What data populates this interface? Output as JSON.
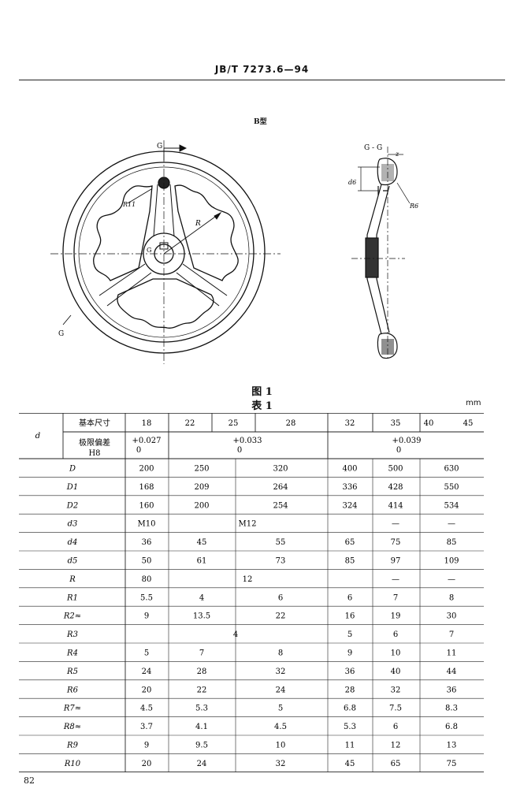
{
  "header": {
    "standard_code": "JB/T  7273.6—94"
  },
  "drawing": {
    "type_label": "B型",
    "section_label_top": "G",
    "section_label_bottom": "G",
    "section_label_center": "G",
    "label_r11": "R11",
    "label_r": "R",
    "section_title": "G - G",
    "label_z": "z",
    "label_d6": "d6",
    "label_r6": "R6"
  },
  "figure_caption": "图 1",
  "table_caption": "表 1",
  "unit": "mm",
  "table": {
    "d_label": "d",
    "basic_size_label": "基本尺寸",
    "tolerance_label_1": "极限偏差",
    "tolerance_label_2": "H8",
    "basic_sizes": [
      "18",
      "22",
      "25",
      "28",
      "32",
      "35",
      "40",
      "45"
    ],
    "tolerances": [
      {
        "upper": "+0.027",
        "lower": "0"
      },
      {
        "upper": "+0.033",
        "lower": "0"
      },
      {
        "upper": "+0.039",
        "lower": "0"
      }
    ],
    "rows": [
      {
        "label": "D",
        "values": [
          "200",
          "250",
          "320",
          "400",
          "500",
          "630"
        ]
      },
      {
        "label": "D1",
        "values": [
          "168",
          "209",
          "264",
          "336",
          "428",
          "550"
        ]
      },
      {
        "label": "D2",
        "values": [
          "160",
          "200",
          "254",
          "324",
          "414",
          "534"
        ]
      },
      {
        "label": "d3",
        "values": [
          "M10",
          "M12",
          "",
          "",
          "—",
          "—"
        ]
      },
      {
        "label": "d4",
        "values": [
          "36",
          "45",
          "55",
          "65",
          "75",
          "85"
        ]
      },
      {
        "label": "d5",
        "values": [
          "50",
          "61",
          "73",
          "85",
          "97",
          "109"
        ]
      },
      {
        "label": "R",
        "values": [
          "80",
          "12",
          "",
          "",
          "—",
          "—"
        ]
      },
      {
        "label": "R1",
        "values": [
          "5.5",
          "4",
          "6",
          "6",
          "7",
          "8"
        ]
      },
      {
        "label": "R2≈",
        "values": [
          "9",
          "13.5",
          "22",
          "16",
          "19",
          "30"
        ]
      },
      {
        "label": "R3",
        "values": [
          "4",
          "",
          "",
          "5",
          "6",
          "7"
        ]
      },
      {
        "label": "R4",
        "values": [
          "5",
          "7",
          "8",
          "9",
          "10",
          "11"
        ]
      },
      {
        "label": "R5",
        "values": [
          "24",
          "28",
          "32",
          "36",
          "40",
          "44"
        ]
      },
      {
        "label": "R6",
        "values": [
          "20",
          "22",
          "24",
          "28",
          "32",
          "36"
        ]
      },
      {
        "label": "R7≈",
        "values": [
          "4.5",
          "5.3",
          "5",
          "6.8",
          "7.5",
          "8.3"
        ]
      },
      {
        "label": "R8≈",
        "values": [
          "3.7",
          "4.1",
          "4.5",
          "5.3",
          "6",
          "6.8"
        ]
      },
      {
        "label": "R9",
        "values": [
          "9",
          "9.5",
          "10",
          "11",
          "12",
          "13"
        ]
      },
      {
        "label": "R10",
        "values": [
          "20",
          "24",
          "32",
          "45",
          "65",
          "75"
        ]
      }
    ]
  },
  "page_number": "82"
}
